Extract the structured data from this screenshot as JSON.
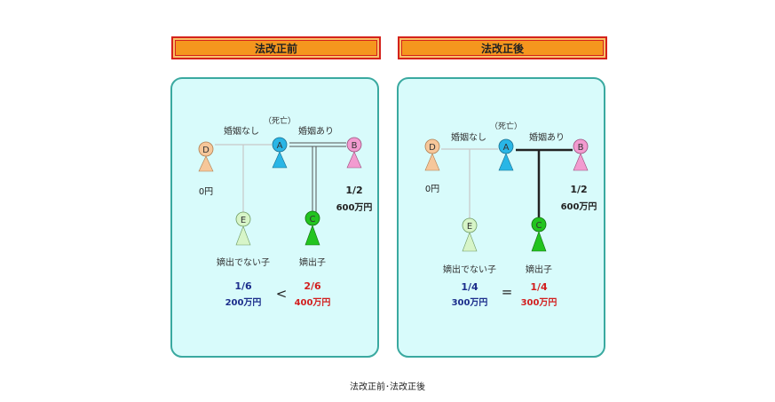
{
  "caption": "法改正前･法改正後",
  "panels": [
    {
      "title": "法改正前",
      "relation_unmarried": "婚姻なし",
      "relation_married": "婚姻あり",
      "deceased": "（死亡）",
      "nodes": {
        "A": "A",
        "B": "B",
        "C": "C",
        "D": "D",
        "E": "E"
      },
      "d_amount": "0円",
      "b_share": "1/2",
      "b_amount": "600万円",
      "e_label": "嫡出でない子",
      "c_label": "嫡出子",
      "e_share": "1/6",
      "e_amount": "200万円",
      "c_share": "2/6",
      "c_amount": "400万円",
      "comparator": "<"
    },
    {
      "title": "法改正後",
      "relation_unmarried": "婚姻なし",
      "relation_married": "婚姻あり",
      "deceased": "（死亡）",
      "nodes": {
        "A": "A",
        "B": "B",
        "C": "C",
        "D": "D",
        "E": "E"
      },
      "d_amount": "0円",
      "b_share": "1/2",
      "b_amount": "600万円",
      "e_label": "嫡出でない子",
      "c_label": "嫡出子",
      "e_share": "1/4",
      "e_amount": "300万円",
      "c_share": "1/4",
      "c_amount": "300万円",
      "comparator": "="
    }
  ],
  "colors": {
    "panel_bg": "#d8fbfb",
    "panel_border": "#3aa9a0",
    "title_bg": "#f5961e",
    "title_border": "#d4221b",
    "node_A": "#29b6e6",
    "node_B": "#f29bd0",
    "node_C": "#22c41f",
    "node_D": "#f6c79a",
    "node_E": "#d7f5c8",
    "share_blue": "#1c2e8c",
    "share_red": "#d21f1f"
  }
}
